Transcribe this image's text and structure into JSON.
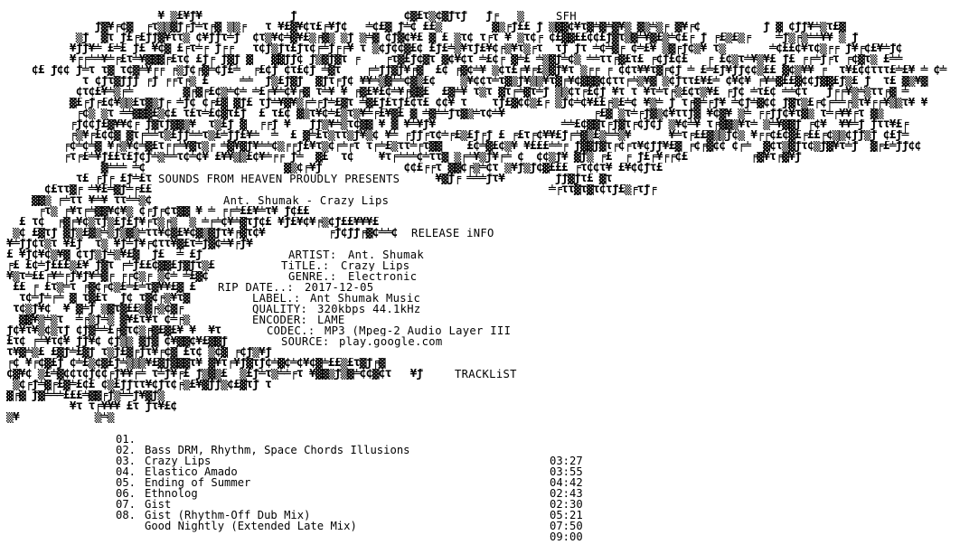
{
  "group_tag": "SFH",
  "presents": "SOUNDS FROM HEAVEN PROUDLY PRESENTS",
  "release_title": "Ant. Shumak - Crazy Lips",
  "release_info_header": "RELEASE iNFO",
  "info": [
    {
      "label": "ARTIST:",
      "value": "Ant. Shumak"
    },
    {
      "label": "TiTLE.:",
      "value": "Crazy Lips"
    },
    {
      "label": "GENRE.:",
      "value": "Electronic"
    },
    {
      "label": "RIP DATE..:",
      "value": "2017-12-05"
    },
    {
      "label": "LABEL.:",
      "value": "Ant Shumak Music"
    },
    {
      "label": "QUALITY:",
      "value": "320kbps 44.1kHz"
    },
    {
      "label": "ENCODER:",
      "value": "LAME"
    },
    {
      "label": "CODEC.:",
      "value": "MP3 (Mpeg-2 Audio Layer III"
    },
    {
      "label": "SOURCE:",
      "value": "play.google.com"
    }
  ],
  "tracklist_header": "TRACKLiST",
  "tracks": [
    {
      "num": "01.",
      "title": "Bass DRM, Rhythm, Space Chords Illusions",
      "duration": "03:27"
    },
    {
      "num": "02.",
      "title": "Crazy Lips",
      "duration": "03:55"
    },
    {
      "num": "03.",
      "title": "Elastico Amado",
      "duration": "04:42"
    },
    {
      "num": "04.",
      "title": "Ending of Summer",
      "duration": "02:43"
    },
    {
      "num": "05.",
      "title": "Ethnolog",
      "duration": "02:30"
    },
    {
      "num": "06.",
      "title": "Gist",
      "duration": "05:21"
    },
    {
      "num": "07.",
      "title": "Gist (Rhythm-Off Dub Mix)",
      "duration": "07:50"
    },
    {
      "num": "08.",
      "title": "Good Nightly (Extended Late Mix)",
      "duration": "09:00"
    }
  ],
  "colors": {
    "background": "#ffffff",
    "text": "#000000"
  }
}
